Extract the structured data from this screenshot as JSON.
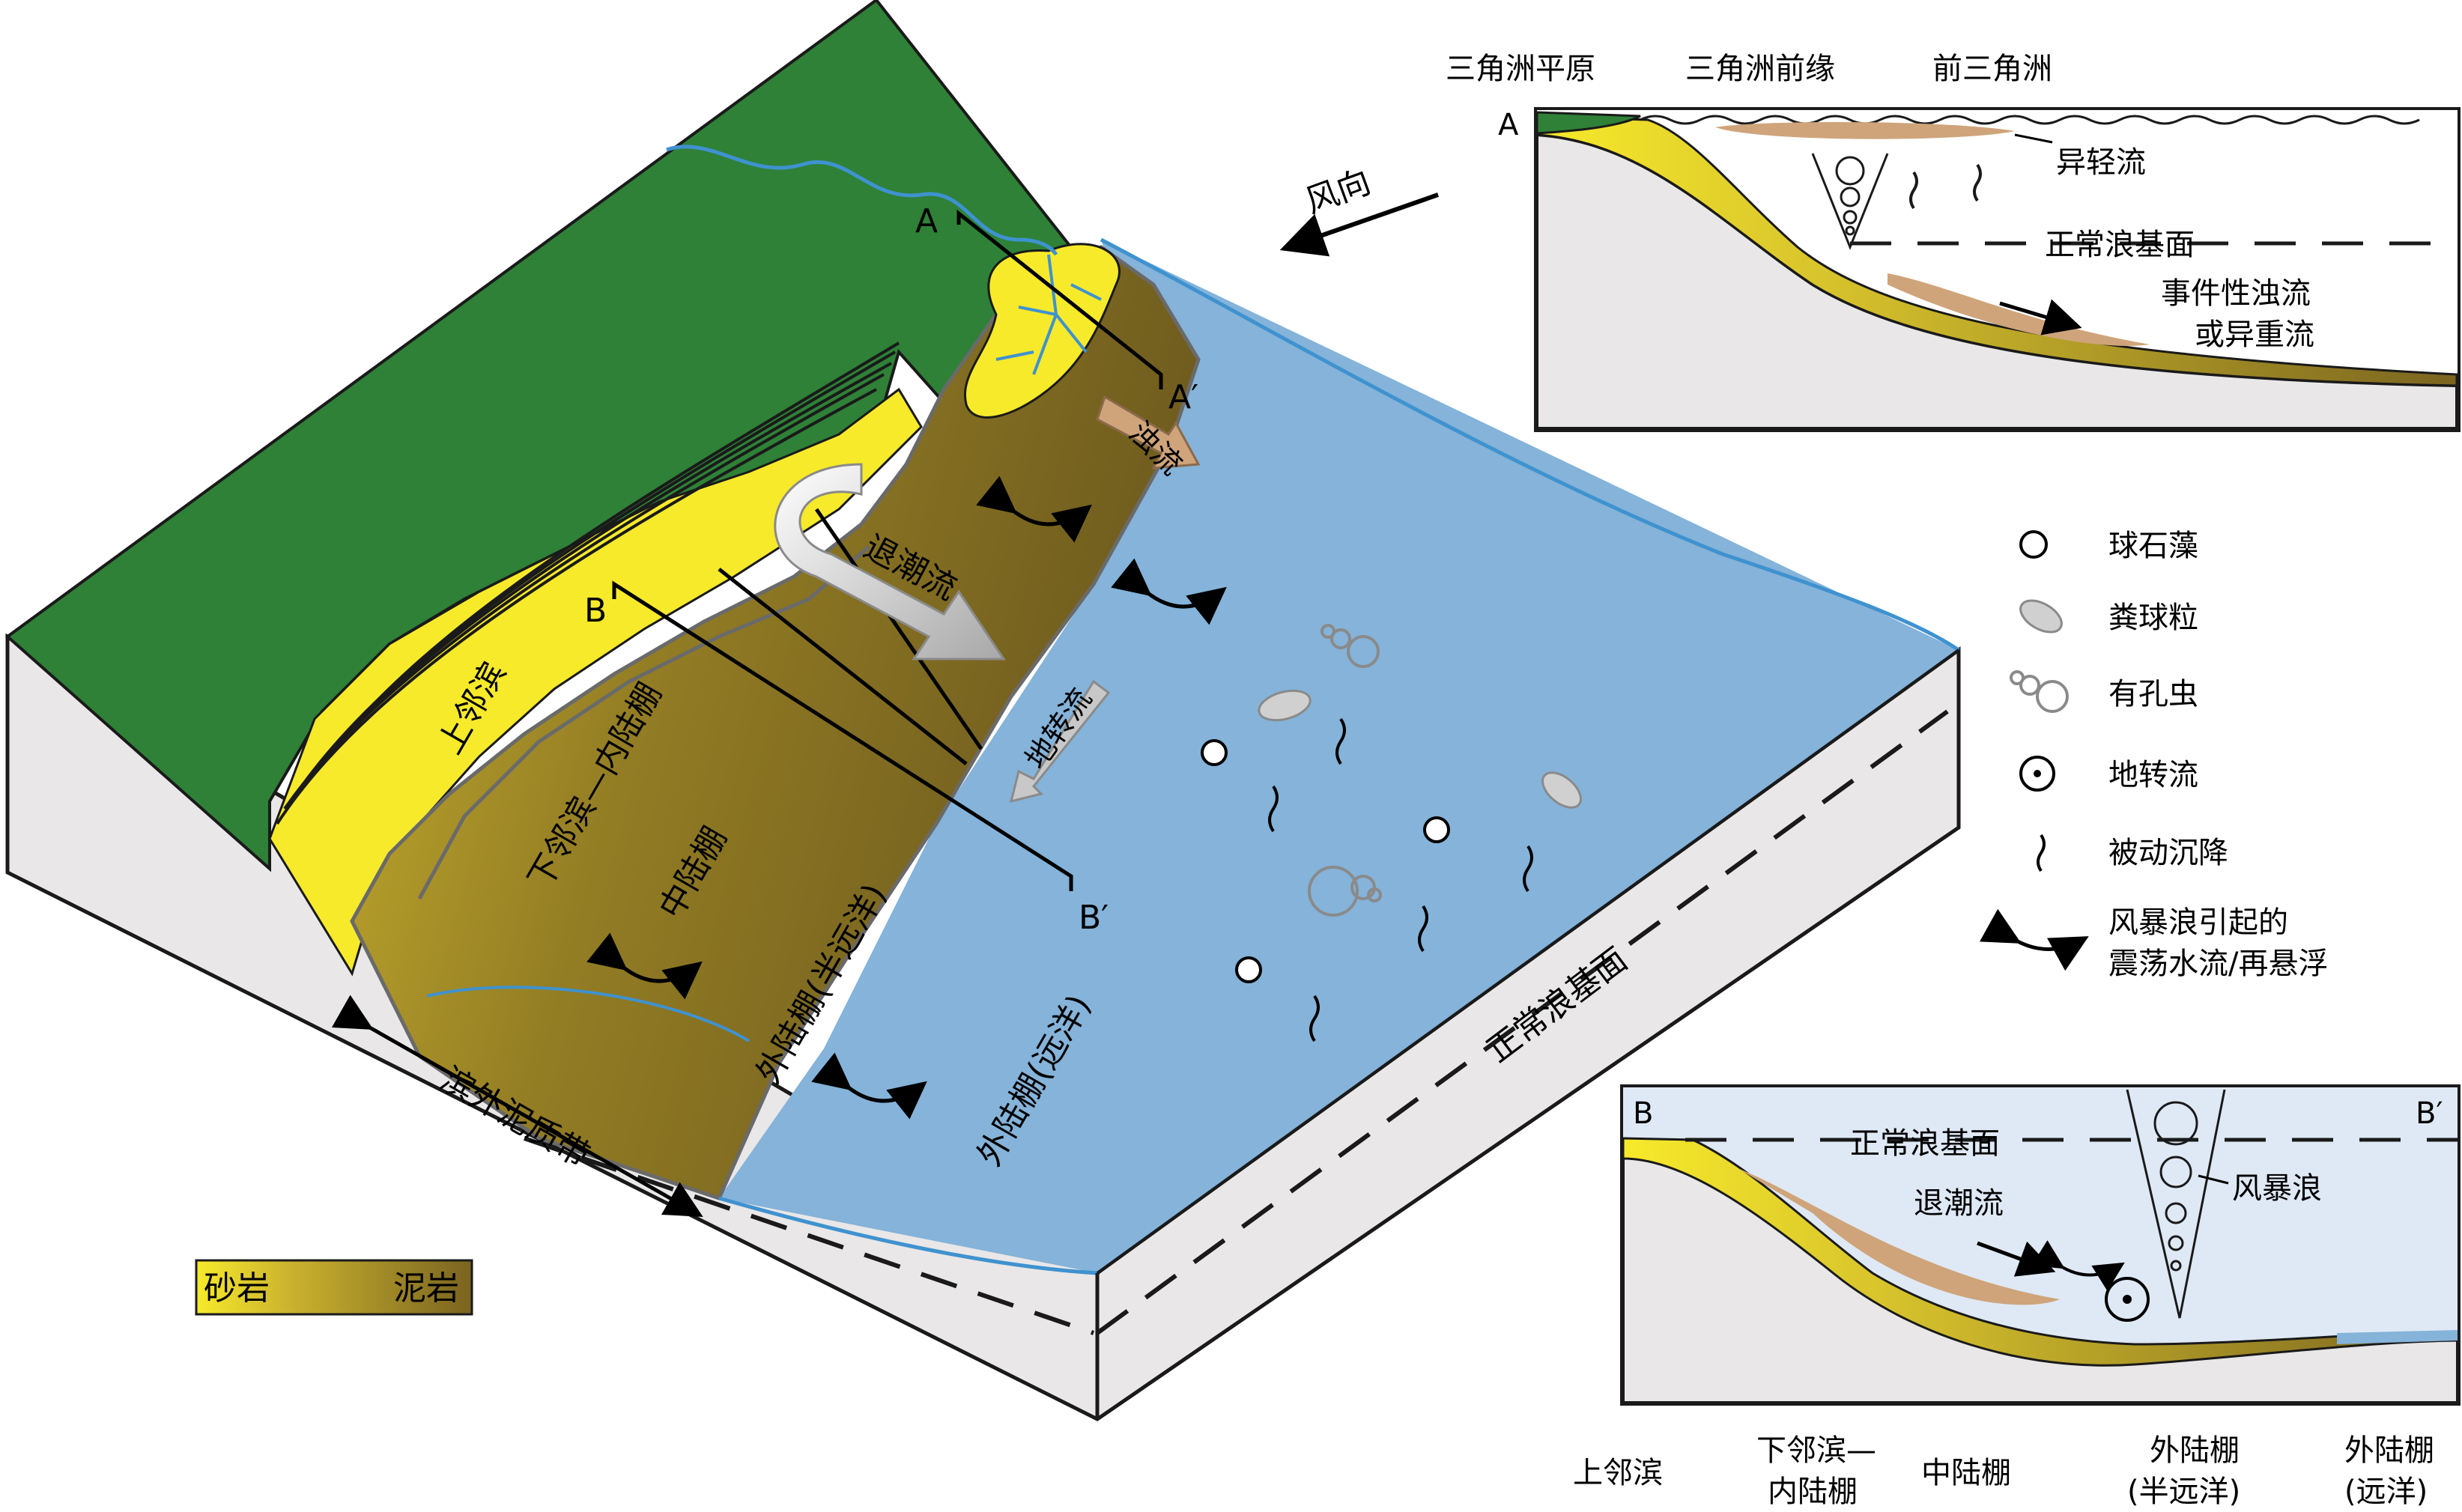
{
  "colors": {
    "land_green": "#2e8137",
    "sand_yellow": "#f7ea2a",
    "mud_olive": "#8a7424",
    "water_blue": "#85b3d9",
    "outline": "#1a1a1a",
    "event_flow_brown": "#cfa47a",
    "river_blue": "#3f92cf"
  },
  "block": {
    "zone_upper_shoreface": "上邻滨",
    "zone_lower_shoreface_inner_shelf": "下邻滨—内陆棚",
    "zone_middle_shelf": "中陆棚",
    "zone_outer_shelf_hemipelagic": "外陆棚(半远洋)",
    "zone_outer_shelf_pelagic": "外陆棚(远洋)",
    "fair_weather_wave_base": "正常浪基面",
    "offshore_mud_belt": "滨外泥质带",
    "rip_current": "退潮流",
    "geostrophic_flow": "地转流",
    "turbidity_current": "浊流",
    "wind_direction": "风向",
    "section_a_start": "A",
    "section_a_end": "A′",
    "section_b_start": "B",
    "section_b_end": "B′"
  },
  "lithology_legend": {
    "sandstone": "砂岩",
    "mudstone": "泥岩"
  },
  "section_a": {
    "label_left": "A",
    "label_right": "A′",
    "header_delta_plain": "三角洲平原",
    "header_delta_front": "三角洲前缘",
    "header_prodelta": "前三角洲",
    "hypopycnal_flow": "异轻流",
    "fair_weather_wave_base": "正常浪基面",
    "event_turbidity_line1": "事件性浊流",
    "event_turbidity_line2": "或异重流"
  },
  "symbol_legend": {
    "coccolith": "球石藻",
    "fecal_pellet": "粪球粒",
    "foraminifera": "有孔虫",
    "geostrophic_flow": "地转流",
    "passive_settling": "被动沉降",
    "storm_oscillation_line1": "风暴浪引起的",
    "storm_oscillation_line2": "震荡水流/再悬浮"
  },
  "section_b": {
    "label_left": "B",
    "label_right": "B′",
    "fair_weather_wave_base": "正常浪基面",
    "rip_current": "退潮流",
    "storm_wave": "风暴浪",
    "footer_upper_shoreface": "上邻滨",
    "footer_lower_shoreface_line1": "下邻滨—",
    "footer_lower_shoreface_line2": "内陆棚",
    "footer_middle_shelf": "中陆棚",
    "footer_outer_hemipelagic_line1": "外陆棚",
    "footer_outer_hemipelagic_line2": "(半远洋)",
    "footer_outer_pelagic_line1": "外陆棚",
    "footer_outer_pelagic_line2": "(远洋)"
  }
}
